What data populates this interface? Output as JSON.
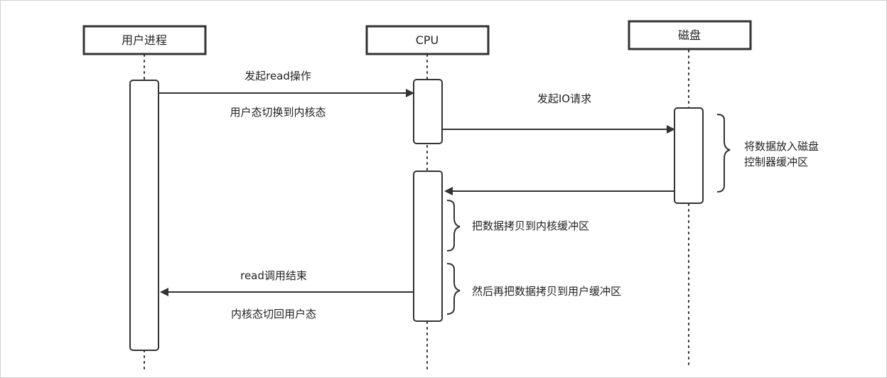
{
  "actors": {
    "user_process": "用户进程",
    "cpu": "CPU",
    "disk": "磁盘"
  },
  "messages": {
    "initiate_read": "发起read操作",
    "user_to_kernel": "用户态切换到内核态",
    "initiate_io": "发起IO请求",
    "read_end": "read调用结束",
    "kernel_to_user": "内核态切回用户态"
  },
  "notes": {
    "disk_note_line1": "将数据放入磁盘",
    "disk_note_line2": "控制器缓冲区",
    "copy_to_kernel": "把数据拷贝到内核缓冲区",
    "copy_to_user": "然后再把数据拷贝到用户缓冲区"
  }
}
